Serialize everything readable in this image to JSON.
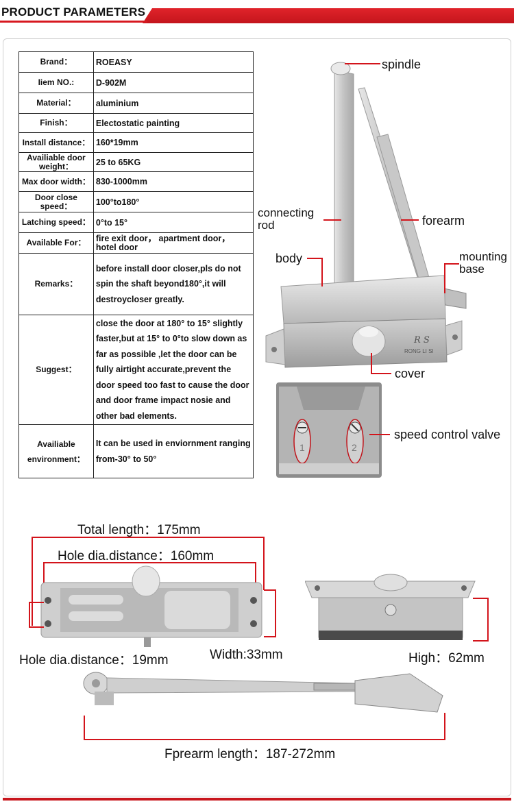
{
  "header": {
    "title": "PRODUCT PARAMETERS"
  },
  "specs": [
    {
      "key": "Brand：",
      "value": "ROEASY"
    },
    {
      "key": "Iiem NO.:",
      "value": "D-902M"
    },
    {
      "key": "Material：",
      "value": "aluminium"
    },
    {
      "key": "Finish：",
      "value": "Electostatic painting"
    },
    {
      "key": "Install distance：",
      "value": "160*19mm"
    },
    {
      "key": "Availiable door weight：",
      "value": "25 to 65KG"
    },
    {
      "key": "Max door width：",
      "value": "830-1000mm"
    },
    {
      "key": "Door close speed：",
      "value": "100°to180°"
    },
    {
      "key": "Latching speed：",
      "value": "0°to 15°"
    },
    {
      "key": "Available For：",
      "value": "fire exit door， apartment door， hotel door"
    },
    {
      "key": "Remarks：",
      "value": "before install door closer,pls do not spin the shaft beyond180°,it will destroycloser greatly."
    },
    {
      "key": "Suggest：",
      "value": "close the door at 180° to 15° slightly faster,but at 15° to 0°to slow down as far as possible ,let the door can be fully airtight accurate,prevent the door speed too fast to cause the door and door frame impact nosie and other bad elements."
    },
    {
      "key": "Availiable environment：",
      "value": "It can be used in enviornment ranging from-30° to 50°"
    }
  ],
  "parts": {
    "spindle": "spindle",
    "connecting_rod": "connecting rod",
    "forearm": "forearm",
    "body": "body",
    "mounting_base": "mounting base",
    "cover": "cover",
    "speed_valve": "speed control valve",
    "logo_text": "RONG LI SI"
  },
  "dimensions": {
    "total_length": "Total length：175mm",
    "hole_distance": "Hole dia.distance：160mm",
    "hole_distance_short": "Hole dia.distance：19mm",
    "width": "Width:33mm",
    "high": "High：62mm",
    "forearm_length": "Fprearm length：187-272mm"
  },
  "colors": {
    "accent": "#d3141b",
    "metal": "#c9c9c9"
  }
}
